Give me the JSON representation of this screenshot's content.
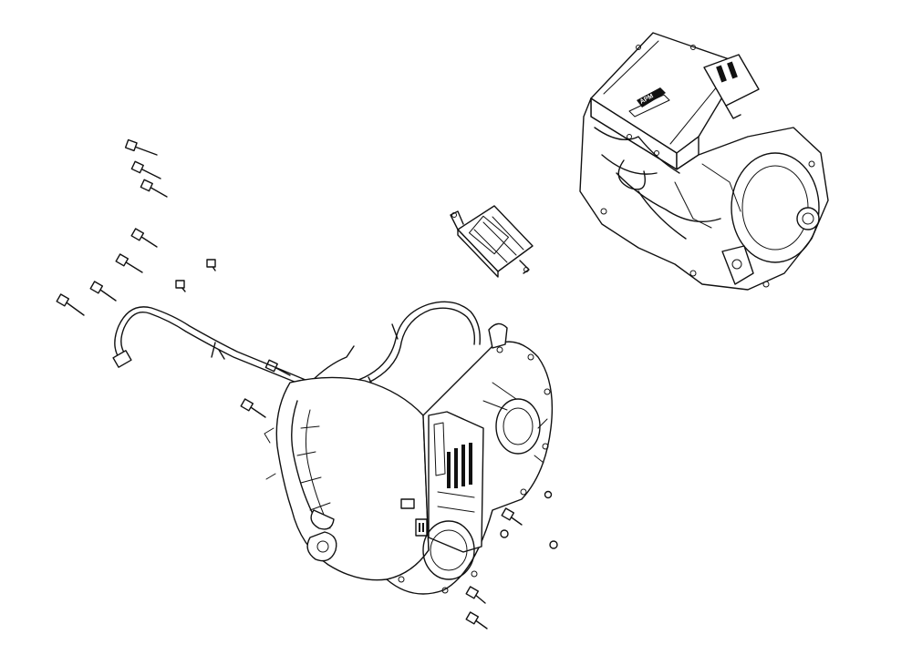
{
  "diagram": {
    "background": "#ffffff",
    "line_color": "#111111",
    "assembly_label": "APM"
  },
  "components": [
    {
      "name": "motor-inverter-assembly"
    },
    {
      "name": "control-module-bracket"
    },
    {
      "name": "transmission-housing"
    },
    {
      "name": "wiring-harness"
    },
    {
      "name": "mounting-bolts"
    }
  ]
}
